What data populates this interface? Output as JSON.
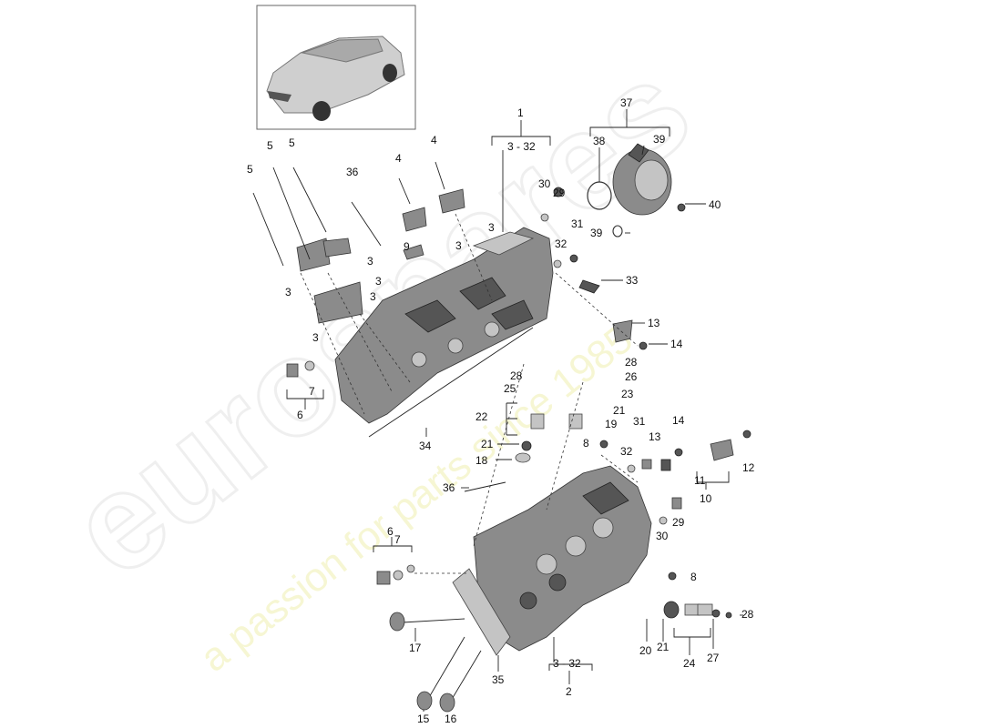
{
  "watermark": {
    "logo_text": "eurospares",
    "tagline": "a passion for parts since 1985"
  },
  "callouts": {
    "c1": "1",
    "c3_32_top": "3 - 32",
    "c37": "37",
    "c38": "38",
    "c39_top": "39",
    "c5a": "5",
    "c5b": "5",
    "c5c": "5",
    "c4a": "4",
    "c4b": "4",
    "c36a": "36",
    "c30a": "30",
    "c29a": "29",
    "c3a": "3",
    "c31a": "31",
    "c39b": "39",
    "c40": "40",
    "c9": "9",
    "c3b": "3",
    "c3c": "3",
    "c32a": "32",
    "c3d": "3",
    "c33": "33",
    "c3e": "3",
    "c3f": "3",
    "c13a": "13",
    "c3g": "3",
    "c14a": "14",
    "c7a": "7",
    "c6a": "6",
    "c28a": "28",
    "c28b": "28",
    "c26": "26",
    "c25": "25",
    "c23": "23",
    "c22": "22",
    "c21a": "21",
    "c19": "19",
    "c34": "34",
    "c21b": "21",
    "c8a": "8",
    "c31b": "31",
    "c14b": "14",
    "c13b": "13",
    "c18": "18",
    "c32b": "32",
    "c12": "12",
    "c36b": "36",
    "c11": "11",
    "c10": "10",
    "c29b": "29",
    "c6b": "6",
    "c7b": "7",
    "c30b": "30",
    "c8b": "8",
    "c28c": "28",
    "c17": "17",
    "c20": "20",
    "c21c": "21",
    "c24": "24",
    "c27": "27",
    "c35": "35",
    "c3_32_bot": "3 - 32",
    "c2": "2",
    "c15": "15",
    "c16": "16"
  }
}
